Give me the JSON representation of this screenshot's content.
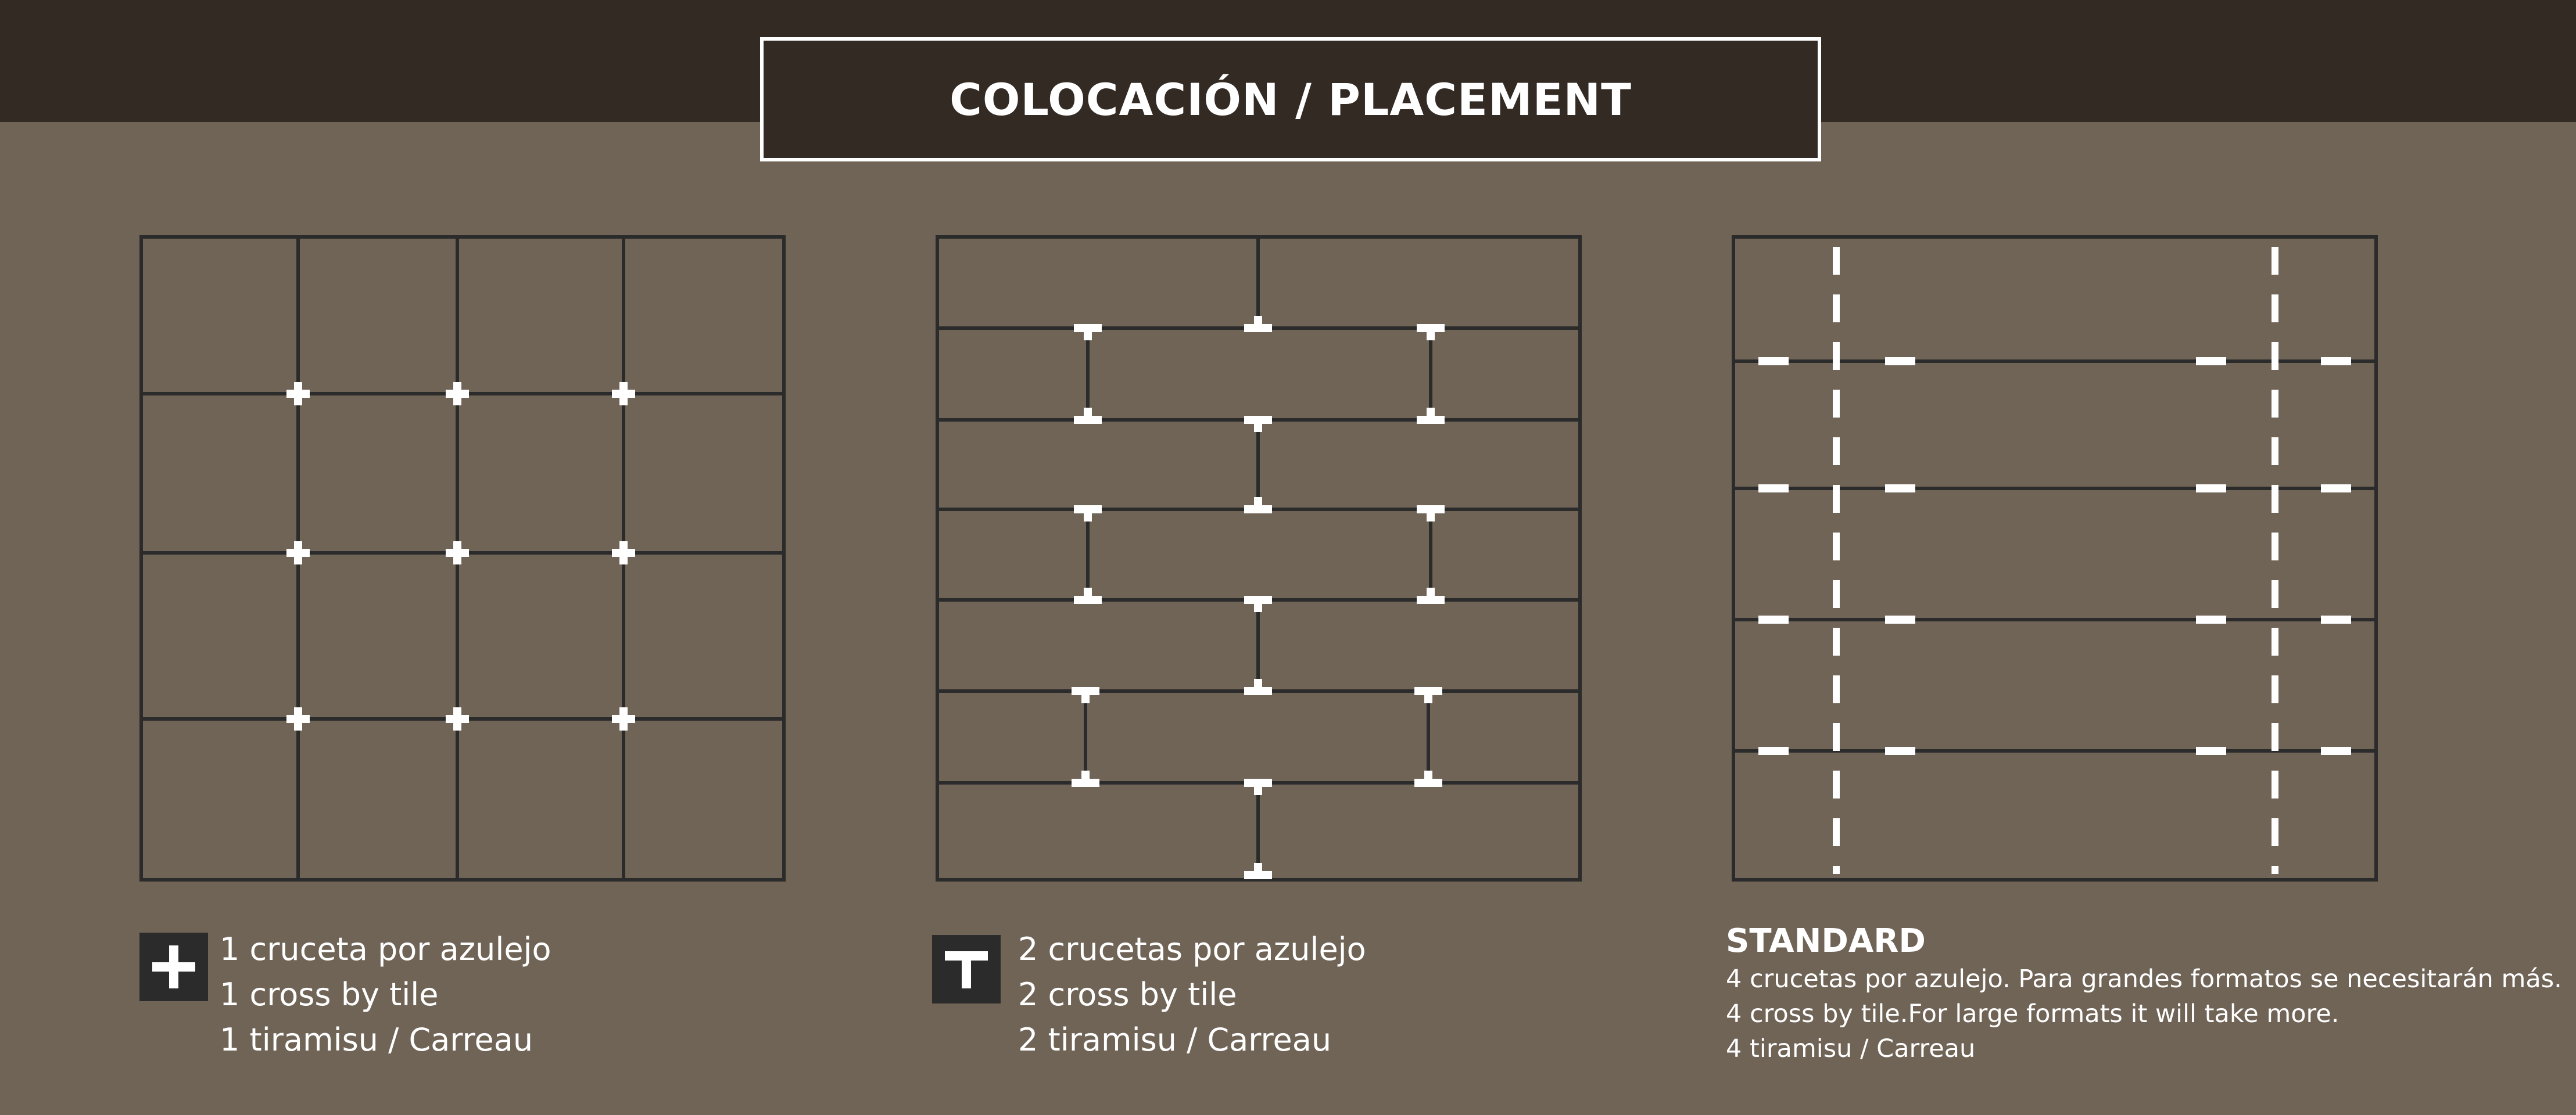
{
  "header": {
    "title": "COLOCACIÓN / PLACEMENT"
  },
  "panels": [
    {
      "pattern": "grid",
      "icon": "cross-spacer-icon",
      "lines": [
        "1 cruceta por azulejo",
        "1 cross by tile",
        "1 tiramisu / Carreau"
      ]
    },
    {
      "pattern": "running-bond",
      "icon": "t-spacer-icon",
      "lines": [
        "2 crucetas por azulejo",
        "2 cross by tile",
        "2 tiramisu / Carreau"
      ]
    },
    {
      "pattern": "standard",
      "title": "STANDARD",
      "lines": [
        "4 crucetas por azulejo. Para grandes formatos se necesitarán más.",
        "4 cross by tile.For large formats it will take more.",
        "4 tiramisu / Carreau"
      ]
    }
  ],
  "colors": {
    "background": "#706457",
    "header": "#332a24",
    "lines": "#2b2b2b",
    "spacers": "#ffffff"
  }
}
